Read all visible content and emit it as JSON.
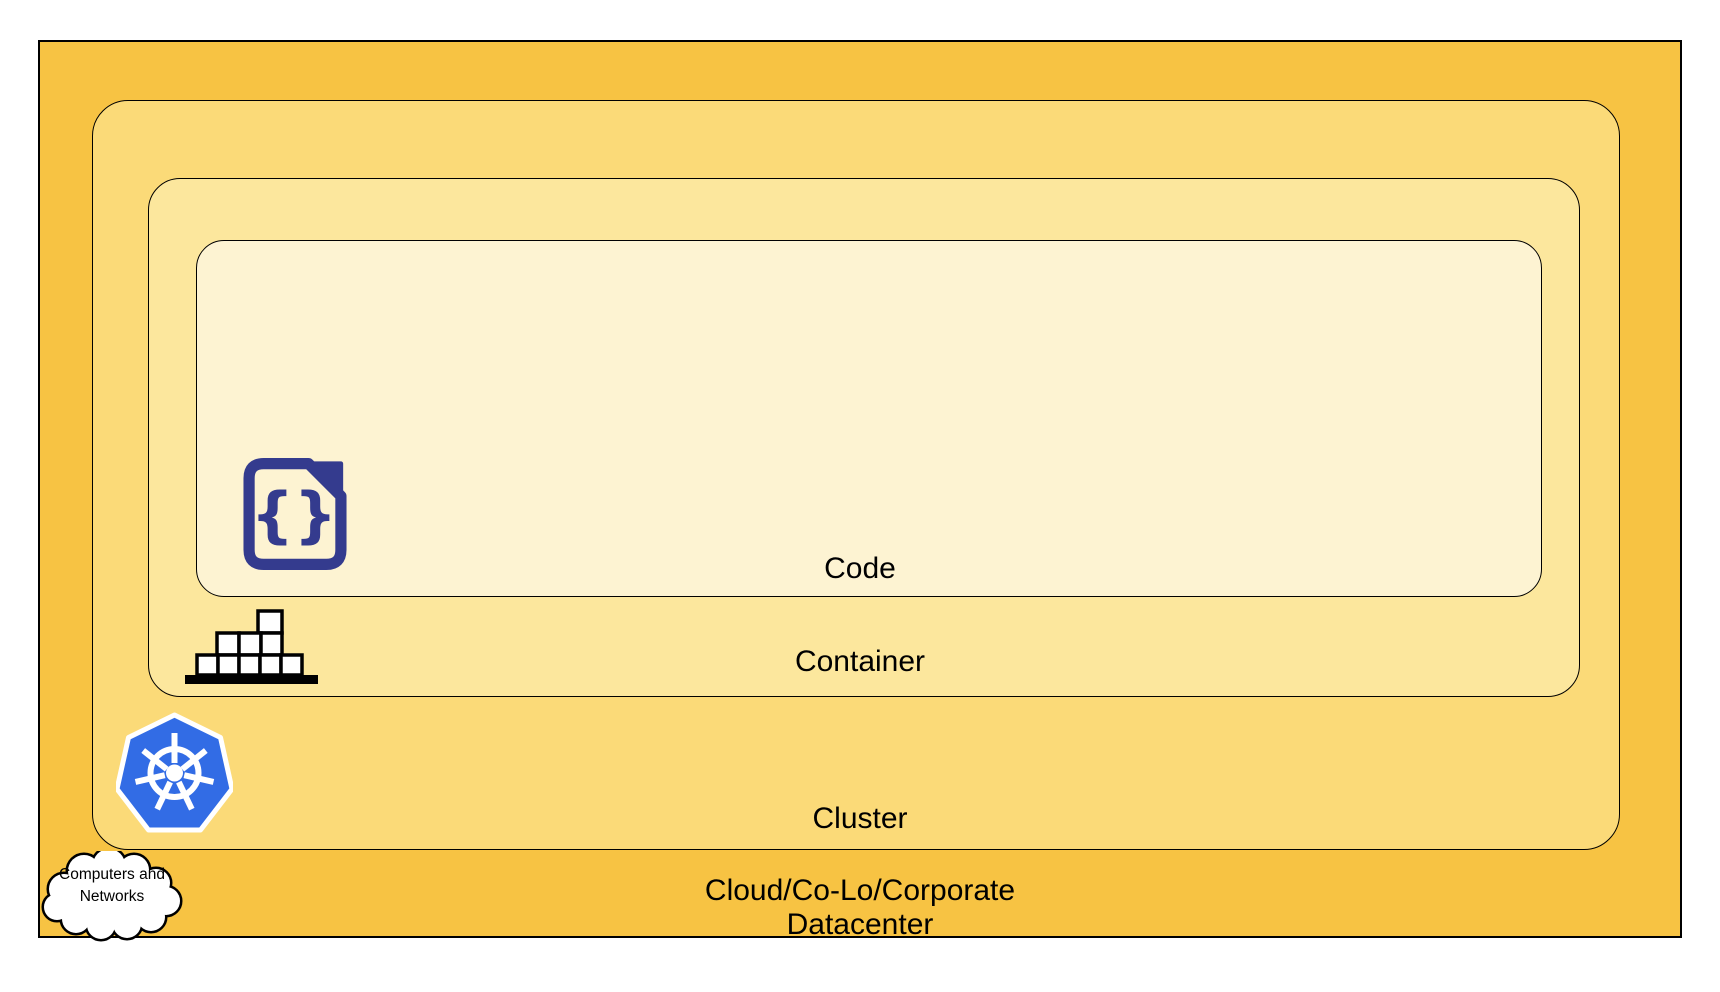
{
  "diagram": {
    "title_context": "nested kubernetes deployment layers",
    "layers": {
      "code": {
        "label": "Code",
        "fill": "#FDF3D2"
      },
      "container": {
        "label": "Container",
        "fill": "#FCE79D"
      },
      "cluster": {
        "label": "Cluster",
        "fill": "#FBDA78"
      },
      "datacenter": {
        "label_line1": "Cloud/Co-Lo/Corporate",
        "label_line2": "Datacenter",
        "fill": "#F7C343"
      }
    },
    "callout": {
      "line1": "Computers and",
      "line2": "Networks",
      "fill": "#FFFFFF",
      "stroke": "#000000"
    },
    "icons": {
      "code_file_icon": {
        "name": "code-file-icon",
        "color": "#343B8E"
      },
      "container_stack_icon": {
        "name": "container-stack-icon",
        "color": "#000000"
      },
      "kubernetes_icon": {
        "name": "kubernetes-icon",
        "color": "#326CE5"
      }
    },
    "border_color": "#000000",
    "background": "#FFFFFF"
  }
}
